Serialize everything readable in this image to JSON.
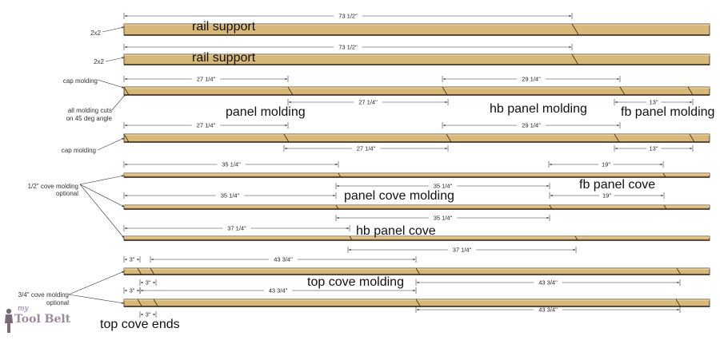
{
  "side_labels": {
    "board1": "2x2",
    "board2": "2x2",
    "cap1": "cap molding",
    "note_line1": "all molding cuts",
    "note_line2": "on 45 deg angle",
    "cap2": "cap molding",
    "cove_half_line1": "1/2\" cove molding",
    "cove_half_line2": "optional",
    "cove_34_line1": "3/4\" cove molding",
    "cove_34_line2": "optional"
  },
  "piece_labels": {
    "rail1": "rail support",
    "rail2": "rail support",
    "panel_molding": "panel molding",
    "hb_panel_molding": "hb panel molding",
    "fb_panel_molding": "fb panel molding",
    "fb_panel_cove": "fb panel cove",
    "panel_cove_molding": "panel cove molding",
    "hb_panel_cove": "hb panel cove",
    "top_cove_molding": "top cove molding",
    "top_cove_ends": "top cove ends"
  },
  "dimensions": {
    "rail1": "73 1/2\"",
    "rail2": "73 1/2\"",
    "cap1_a": "27 1/4\"",
    "cap1_b": "27 1/4\"",
    "cap1_c": "29 1/4\"",
    "cap1_d": "13\"",
    "cap2_a": "27 1/4\"",
    "cap2_b": "27 1/4\"",
    "cap2_c": "29 1/4\"",
    "cap2_d": "13\"",
    "cove1_a": "35 1/4\"",
    "cove1_b": "35 1/4\"",
    "cove1_c": "19\"",
    "cove2_a": "35 1/4\"",
    "cove2_b": "35 1/4\"",
    "cove2_c": "19\"",
    "cove3_a": "37 1/4\"",
    "cove3_b": "37 1/4\"",
    "top1_a": "3\"",
    "top1_b": "3\"",
    "top1_c": "43 3/4\"",
    "top1_d": "43 3/4\"",
    "top2_a": "3\"",
    "top2_b": "3\"",
    "top2_c": "43 3/4\"",
    "top2_d": "43 3/4\""
  },
  "logo": {
    "small": "my",
    "main": "Tool Belt"
  },
  "colors": {
    "wood_face": "#d8b878",
    "wood_top": "#e9d3a2",
    "wood_edge": "#3a2a1a",
    "dim_line": "#333333"
  }
}
